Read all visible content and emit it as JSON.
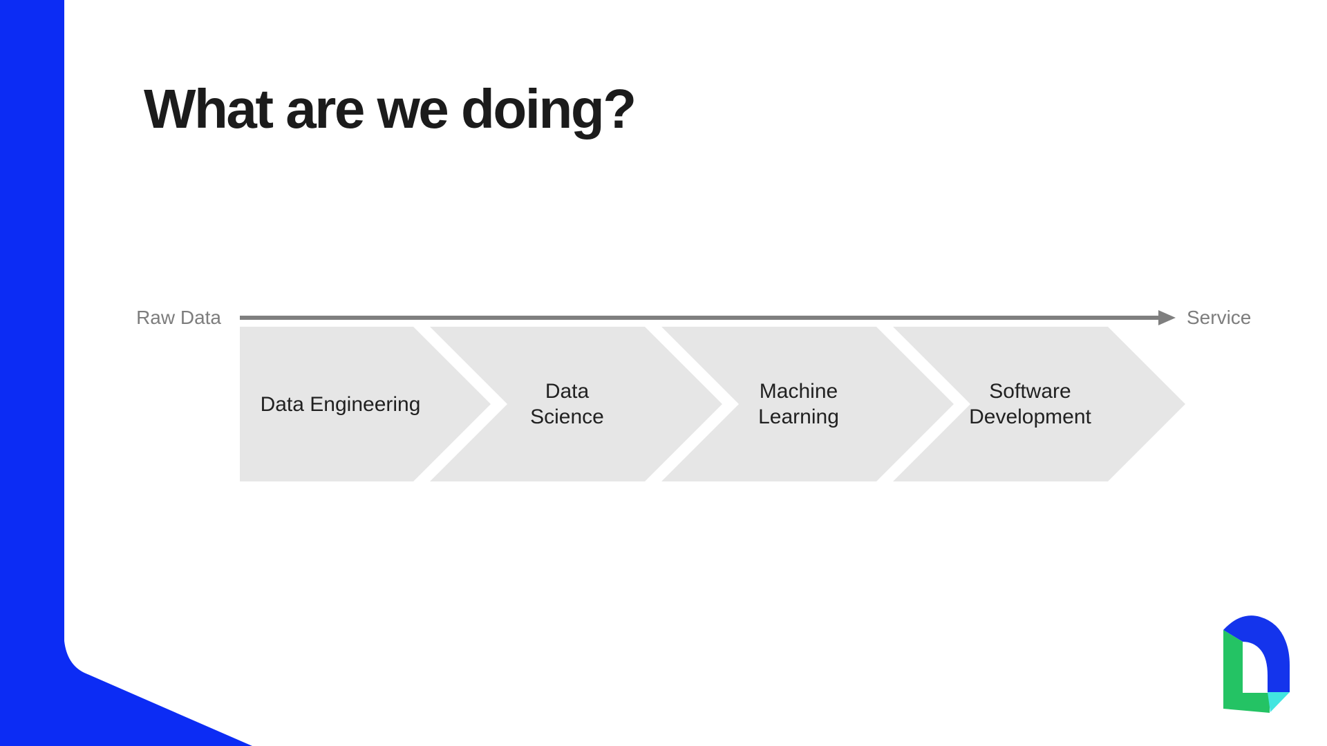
{
  "slide": {
    "title": "What are we doing?",
    "flow": {
      "start_label": "Raw Data",
      "end_label": "Service",
      "steps": [
        {
          "label": "Data Engineering",
          "lines": [
            "Data Engineering",
            ""
          ]
        },
        {
          "label": "Data Science",
          "lines": [
            "Data",
            "Science"
          ]
        },
        {
          "label": "Machine Learning",
          "lines": [
            "Machine",
            "Learning"
          ]
        },
        {
          "label": "Software Development",
          "lines": [
            "Software",
            "Development"
          ]
        }
      ]
    },
    "icons": {
      "logo": "arch-3d-logo"
    }
  },
  "colors": {
    "accent-blue": "#0c2cf4",
    "logo-blue": "#1434ec",
    "logo-green": "#24c364",
    "logo-cyan": "#42e5e0",
    "arrow-gray": "#7f7f7f",
    "label-gray": "#7d7d7d",
    "chevron-fill": "#e6e6e6",
    "title-color": "#1b1b1b",
    "step-text": "#212121"
  }
}
